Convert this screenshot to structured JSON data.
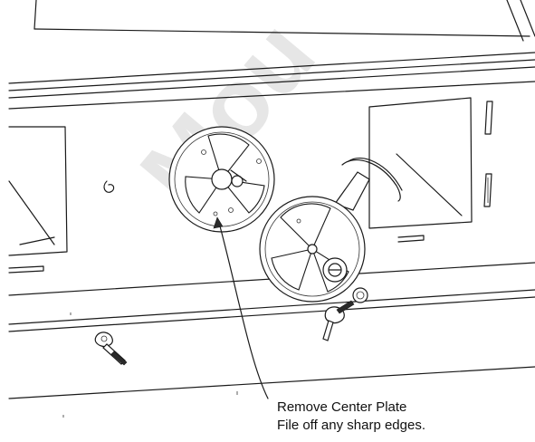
{
  "callout": {
    "line1": "Remove Center Plate",
    "line2": "File off any sharp edges."
  },
  "watermark": "Mou",
  "colors": {
    "line": "#1a1a1a",
    "background": "#ffffff",
    "watermark": "#e6e6e6"
  }
}
